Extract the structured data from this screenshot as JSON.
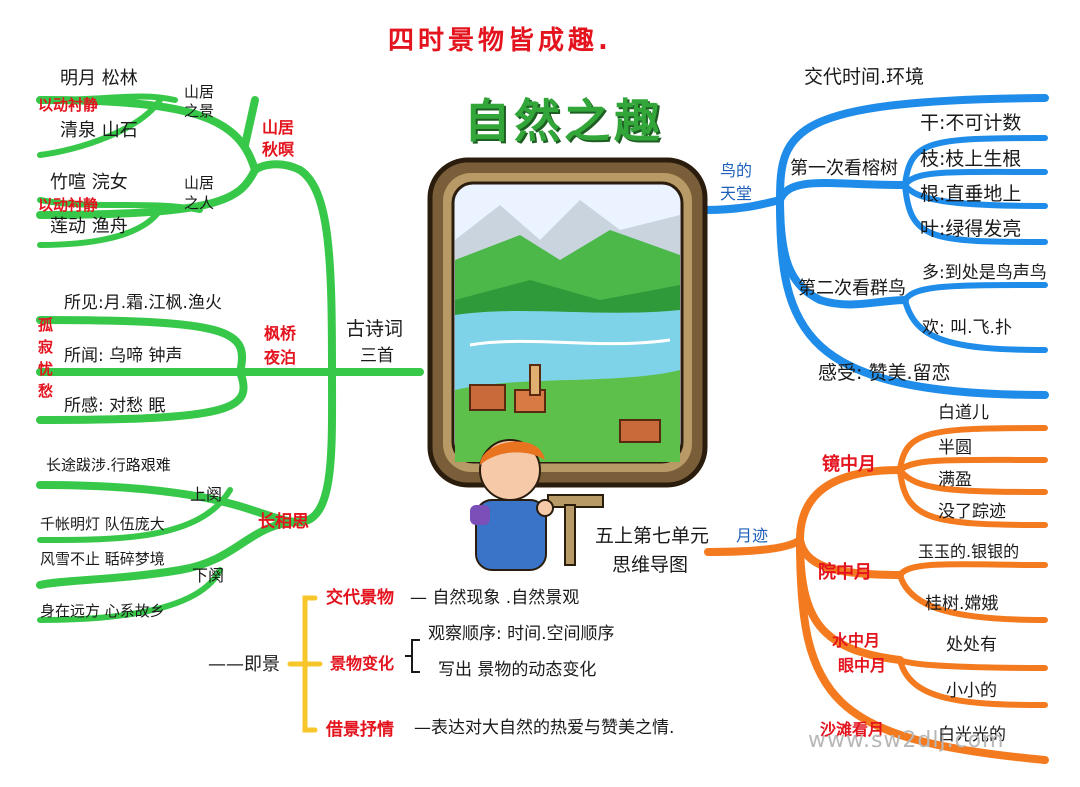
{
  "title": "四时景物皆成趣.",
  "center": {
    "title": "自然之趣",
    "subtitle_line1": "五上第七单元",
    "subtitle_line2": "思维导图"
  },
  "poems": {
    "label_line1": "古诗词",
    "label_line2": "三首",
    "shanju": {
      "name_line1": "山居",
      "name_line2": "秋暝",
      "scene_line1": "山居",
      "scene_line2": "之景",
      "people_line1": "山居",
      "people_line2": "之人",
      "scene_items_1": "明月 松林",
      "scene_items_2": "清泉 山石",
      "scene_tag": "以动衬静",
      "people_items_1": "竹喧 浣女",
      "people_items_2": "莲动 渔舟",
      "people_tag": "以动衬静"
    },
    "fengqiao": {
      "name_line1": "枫桥",
      "name_line2": "夜泊",
      "seen": "所见:月.霜.江枫.渔火",
      "heard": "所闻: 乌啼 钟声",
      "felt": "所感: 对愁 眠",
      "tag_chars": [
        "孤",
        "寂",
        "忧",
        "愁"
      ]
    },
    "changxiang": {
      "name": "长相思",
      "upper": "上阕",
      "lower": "下阕",
      "upper_1": "长途跋涉.行路艰难",
      "upper_2": "千帐明灯 队伍庞大",
      "lower_1": "风雪不止 聒碎梦境",
      "lower_2": "身在远方 心系故乡"
    }
  },
  "niao": {
    "label_line1": "鸟的",
    "label_line2": "天堂",
    "intro": "交代时间.环境",
    "first": "第一次看榕树",
    "first_items": [
      "干:不可计数",
      "枝:枝上生根",
      "根:直垂地上",
      "叶:绿得发亮"
    ],
    "second": "第二次看群鸟",
    "second_items": [
      "多:到处是鸟声鸟",
      "欢: 叫.飞.扑"
    ],
    "feeling": "感受: 赞美.留恋"
  },
  "yueji": {
    "label": "月迹",
    "jing": "镜中月",
    "jing_items": [
      "白道儿",
      "半圆",
      "满盈",
      "没了踪迹"
    ],
    "yuan": "院中月",
    "yuan_items": [
      "玉玉的.银银的",
      "桂树.嫦娥"
    ],
    "shui_line1": "水中月",
    "shui_line2": "眼中月",
    "shui_items": [
      "处处有",
      "小小的"
    ],
    "sha": "沙滩看月",
    "sha_items": [
      "白光光的"
    ]
  },
  "jijing": {
    "label": "——即景",
    "b1": "交代景物",
    "b1_text": "— 自然现象 .自然景观",
    "b2": "景物变化",
    "b2_items": [
      "观察顺序: 时间.空间顺序",
      "写出 景物的动态变化"
    ],
    "b3": "借景抒情",
    "b3_text": "—表达对大自然的热爱与赞美之情."
  },
  "watermark": "www.sw2dlj.com",
  "colors": {
    "green": "#37c84a",
    "blue": "#1e8ce8",
    "orange": "#f47a1f",
    "yellow": "#f7c62a",
    "red": "#e4141f"
  }
}
